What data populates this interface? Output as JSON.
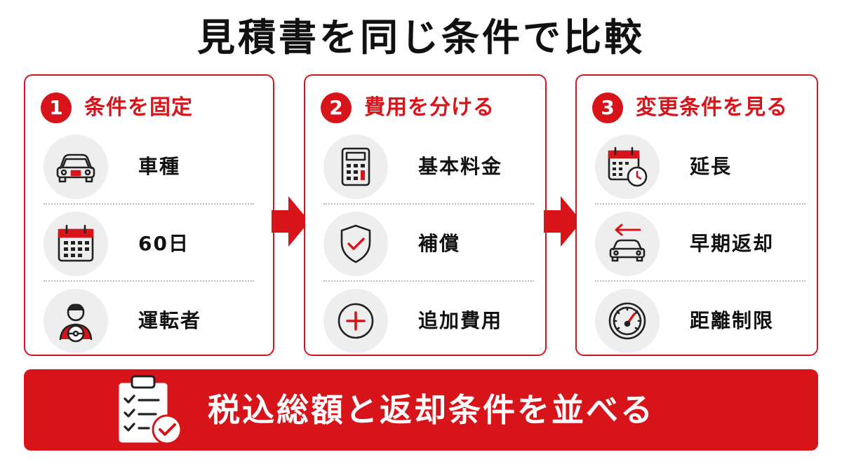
{
  "title": "見積書を同じ条件で比較",
  "accent_color": "#d7141a",
  "columns": [
    {
      "number": "1",
      "heading": "条件を固定",
      "items": [
        {
          "label": "車種",
          "icon": "car-icon"
        },
        {
          "label": "60日",
          "icon": "calendar-icon"
        },
        {
          "label": "運転者",
          "icon": "driver-icon"
        }
      ]
    },
    {
      "number": "2",
      "heading": "費用を分ける",
      "items": [
        {
          "label": "基本料金",
          "icon": "calculator-icon"
        },
        {
          "label": "補償",
          "icon": "shield-check-icon"
        },
        {
          "label": "追加費用",
          "icon": "plus-circle-icon"
        }
      ]
    },
    {
      "number": "3",
      "heading": "変更条件を見る",
      "items": [
        {
          "label": "延長",
          "icon": "calendar-clock-icon"
        },
        {
          "label": "早期返却",
          "icon": "car-return-icon"
        },
        {
          "label": "距離制限",
          "icon": "speedometer-icon"
        }
      ]
    }
  ],
  "banner": {
    "label": "税込総額と返却条件を並べる",
    "icon": "clipboard-check-icon"
  }
}
